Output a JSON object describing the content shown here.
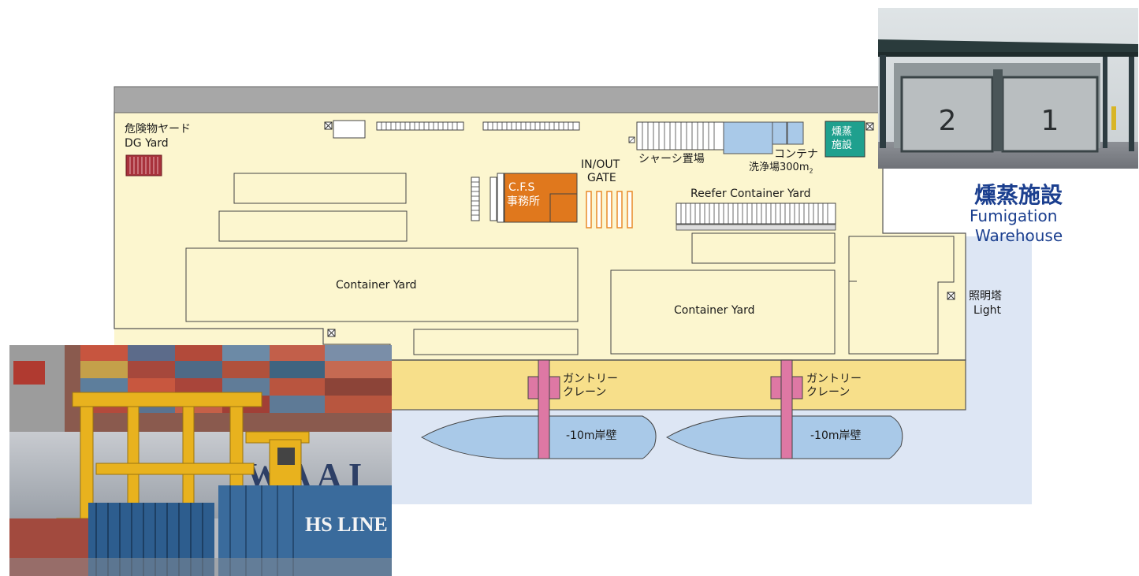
{
  "map": {
    "dg_yard": {
      "label_ja": "危険物ヤード",
      "label_en": "DG Yard"
    },
    "container_yard_left": "Container Yard",
    "container_yard_right": "Container Yard",
    "cfs": {
      "line1": "C.F.S",
      "line2": "事務所"
    },
    "gate": {
      "line1": "IN/OUT",
      "line2": "GATE"
    },
    "chassis": "シャーシ置場",
    "wash": {
      "line1": "コンテナ",
      "line2": "洗浄場300m",
      "unit_sub": "2"
    },
    "fumigation_small": {
      "line1": "燻蒸",
      "line2": "施設"
    },
    "reefer": "Reefer Container Yard",
    "light": {
      "ja": "照明塔",
      "en": "Light"
    },
    "gantry": [
      {
        "line1": "ガントリー",
        "line2": "クレーン"
      },
      {
        "line1": "ガントリー",
        "line2": "クレーン"
      }
    ],
    "berths": [
      "-10m岸壁",
      "-10m岸壁"
    ],
    "light_marker": "⊠"
  },
  "fumigation_caption": {
    "ja": "燻蒸施設",
    "en1": "Fumigation",
    "en2": "Warehouse"
  },
  "photo_warehouse": {
    "door_left": "2",
    "door_right": "1"
  },
  "photo_crane": {
    "container_text": "HS LINE",
    "ship_text": "W A  A I"
  },
  "colors": {
    "land": "#fcf6cf",
    "road": "#a7a7a7",
    "water": "#dde6f4",
    "apron": "#f7df8a",
    "ship": "#a9c9e8",
    "crane": "#de78a4",
    "cfs": "#e0781d",
    "fumigation": "#1fa08e",
    "dg": "#a8323c",
    "caption": "#1b3f8f"
  }
}
